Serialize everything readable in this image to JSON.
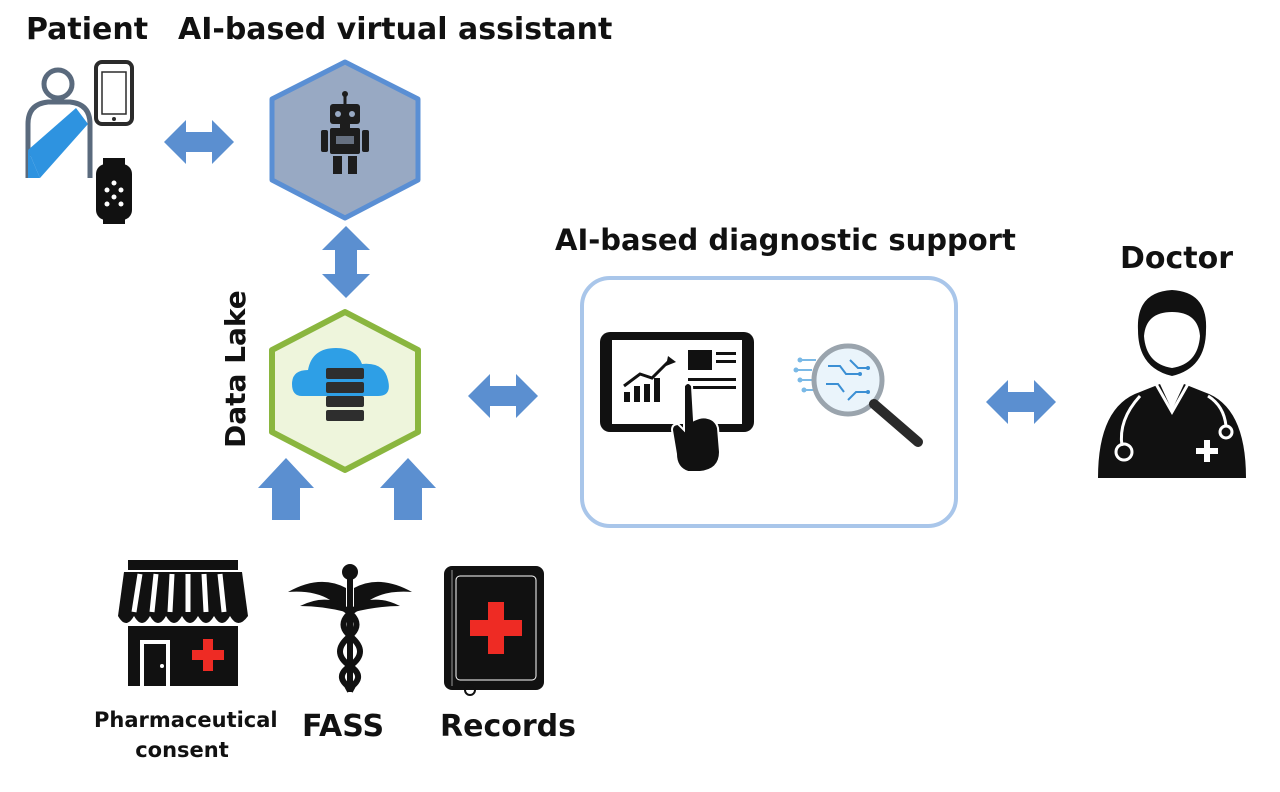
{
  "labels": {
    "patient": "Patient",
    "assistant": "AI-based virtual assistant",
    "diagnostic": "AI-based diagnostic support",
    "doctor": "Doctor",
    "data_lake": "Data Lake",
    "pharma_line1": "Pharmaceutical",
    "pharma_line2": "consent",
    "fass": "FASS",
    "records": "Records"
  },
  "colors": {
    "arrow": "#5b8fd0",
    "hex_assistant_fill": "#98a9c3",
    "hex_assistant_stroke": "#5a8fd4",
    "hex_datalake_fill": "#eef5dc",
    "hex_datalake_stroke": "#8ab63f",
    "panel_stroke": "#a9c6ea",
    "cloud": "#2e9fe6",
    "cross_red": "#ee2b24"
  },
  "icons": [
    "patient-icon",
    "smartphone-icon",
    "smartwatch-icon",
    "robot-icon",
    "cloud-database-icon",
    "tablet-chart-icon",
    "ai-magnifier-icon",
    "doctor-icon",
    "pharmacy-icon",
    "caduceus-icon",
    "medical-record-icon"
  ]
}
